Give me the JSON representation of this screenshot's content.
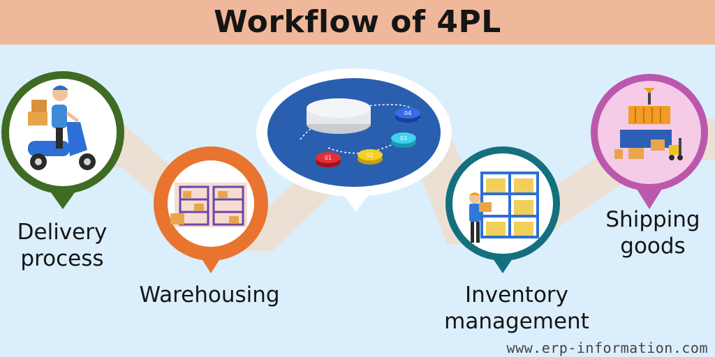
{
  "title": "Workflow of 4PL",
  "colors": {
    "title_bar": "#f0b89a",
    "background": "#dbeefb",
    "path": "#ece0d4",
    "delivery_ring": "#3f6b22",
    "warehousing_ring": "#e8742f",
    "inventory_ring": "#14707f",
    "shipping_ring": "#bb58ac",
    "center_disc": "#2a5fb0"
  },
  "steps": [
    {
      "label_lines": [
        "Delivery",
        "process"
      ],
      "icon": "scooter-delivery-icon"
    },
    {
      "label_lines": [
        "Warehousing"
      ],
      "icon": "warehouse-icon"
    },
    {
      "label_lines": [
        "Inventory",
        "management"
      ],
      "icon": "inventory-shelves-icon"
    },
    {
      "label_lines": [
        "Shipping",
        "goods"
      ],
      "icon": "shipping-container-icon"
    }
  ],
  "center": {
    "icon": "process-steps-icon",
    "step_numbers": [
      "01",
      "02",
      "03",
      "04"
    ]
  },
  "footer": "www.erp-information.com"
}
